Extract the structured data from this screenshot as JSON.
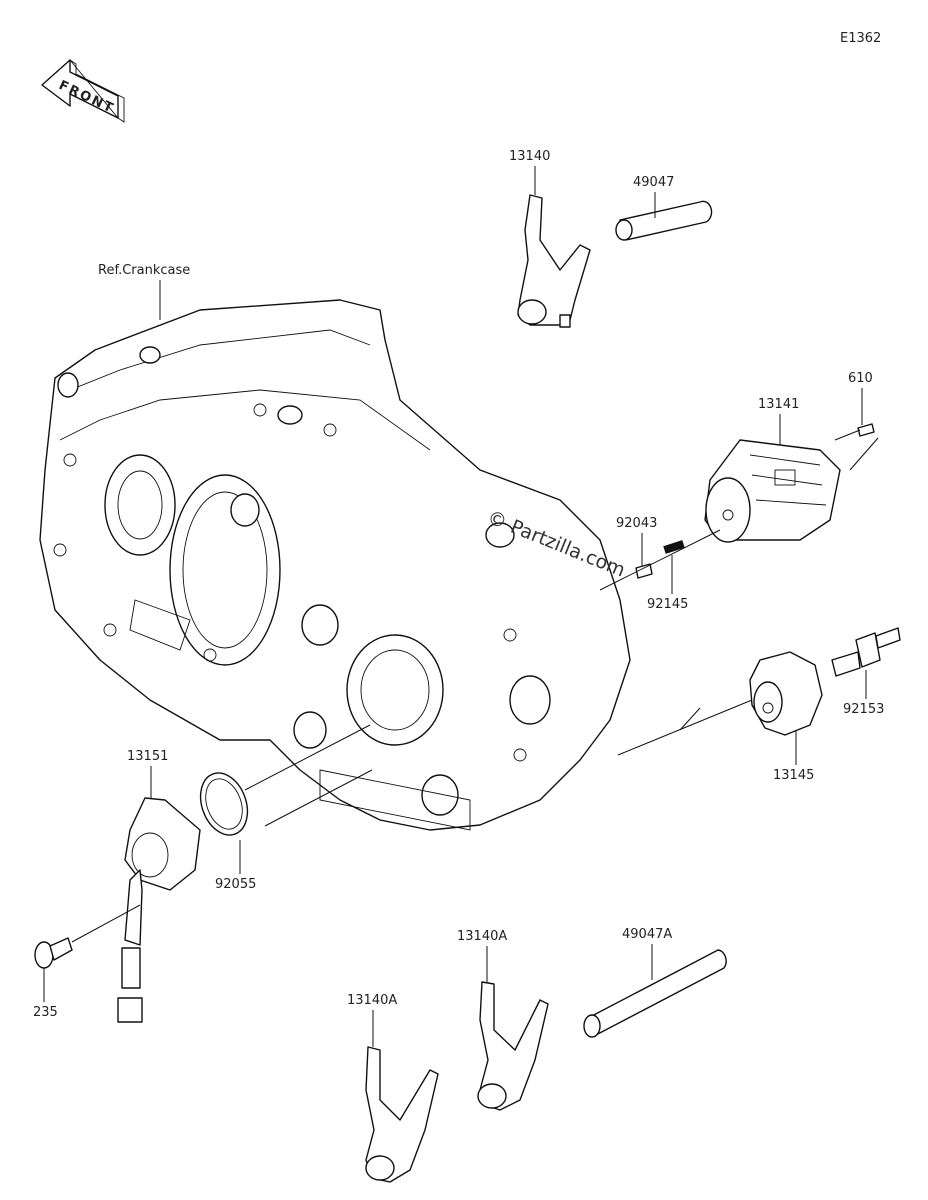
{
  "diagram_code": "E1362",
  "front_arrow_text": "FRONT",
  "watermark": "© Partzilla.com",
  "labels": {
    "ref_crankcase": "Ref.Crankcase",
    "p13140": "13140",
    "p49047": "49047",
    "p610": "610",
    "p13141": "13141",
    "p92043": "92043",
    "p92145": "92145",
    "p92153": "92153",
    "p13145": "13145",
    "p13151": "13151",
    "p92055": "92055",
    "p235": "235",
    "p13140A_right": "13140A",
    "p49047A": "49047A",
    "p13140A_left": "13140A"
  }
}
